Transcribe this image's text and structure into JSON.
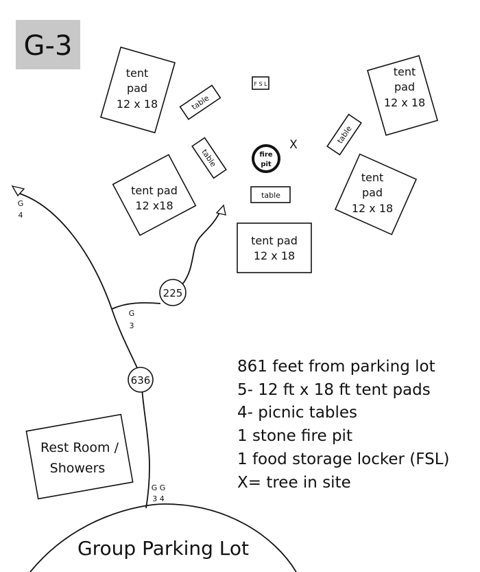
{
  "site_label": "G-3",
  "colors": {
    "site_label_bg": "#c8c8c8",
    "ink": "#111111",
    "background": "#ffffff"
  },
  "tent_pads": [
    {
      "lines": [
        "tent",
        "pad",
        "12 x 18"
      ]
    },
    {
      "lines": [
        "tent",
        "pad",
        "12 x 18"
      ]
    },
    {
      "lines": [
        "tent pad",
        "12 x18"
      ]
    },
    {
      "lines": [
        "tent",
        "pad",
        "12 x 18"
      ]
    },
    {
      "lines": [
        "tent pad",
        "12 x 18"
      ]
    }
  ],
  "tables": [
    "table",
    "table",
    "table",
    "table"
  ],
  "fsl_label": "F S L",
  "fire_pit": {
    "line1": "fire",
    "line2": "pit"
  },
  "tree_marker": "X",
  "trail_markers": [
    {
      "line1": "G",
      "line2": "4"
    },
    {
      "line1": "G",
      "line2": "3"
    },
    {
      "line1": "G G",
      "line2": "3 4"
    }
  ],
  "distances": [
    "225",
    "636"
  ],
  "restroom": {
    "line1": "Rest Room /",
    "line2": "Showers"
  },
  "parking_lot": "Group Parking Lot",
  "legend": [
    "861 feet from parking lot",
    "5- 12 ft x 18 ft tent pads",
    "4- picnic tables",
    "1 stone fire pit",
    "1 food storage locker (FSL)",
    "X= tree in site"
  ]
}
